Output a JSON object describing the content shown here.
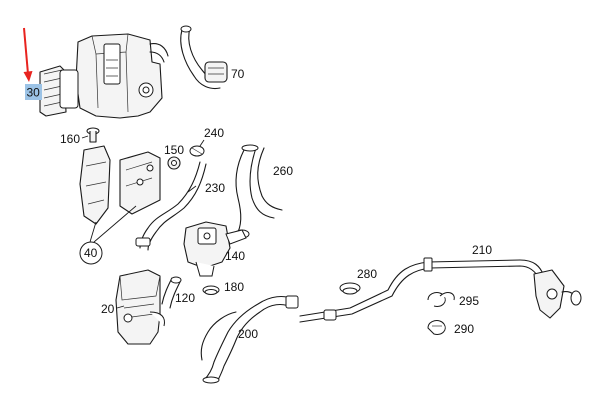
{
  "highlight": {
    "label": "30",
    "box_color": "#9cc3e6",
    "arrow_color": "#e8231f"
  },
  "callouts": {
    "p20": "20",
    "p40": "40",
    "p70": "70",
    "p120": "120",
    "p140": "140",
    "p150": "150",
    "p160": "160",
    "p180": "180",
    "p200": "200",
    "p210": "210",
    "p230": "230",
    "p240": "240",
    "p260": "260",
    "p280": "280",
    "p290": "290",
    "p295": "295"
  }
}
